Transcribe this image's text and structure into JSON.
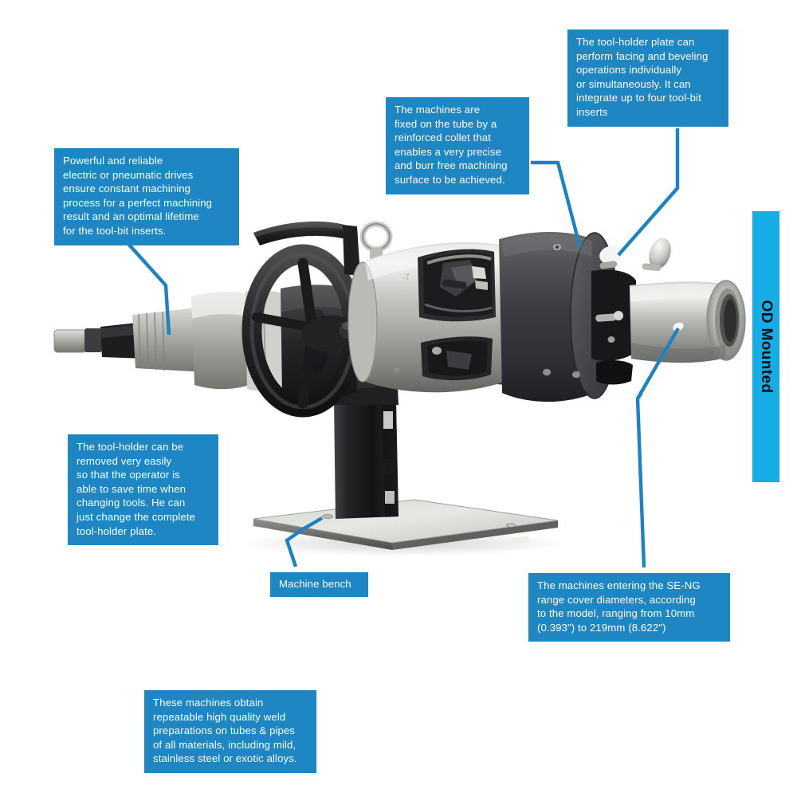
{
  "page": {
    "title": "OD Mounted pipe beveling machine — annotated product diagram",
    "background_color": "#ffffff",
    "callout_color": "#1d86c3",
    "leader_color": "#1b83c1",
    "tab_color": "#16ade7",
    "tab_text_color": "#111111",
    "callout_text_color": "#ffffff"
  },
  "side_tab": {
    "label": "OD Mounted"
  },
  "callouts": [
    {
      "id": "tool-holder-plate",
      "text": "The tool-holder plate can\nperform facing and beveling\noperations individually\nor simultaneously. It can\nintegrate up to four tool-bit\ninserts"
    },
    {
      "id": "reinforced-collet",
      "text": "The machines are\nfixed on the tube by a\nreinforced collet that\nenables a very precise\nand burr free machining\nsurface to be achieved."
    },
    {
      "id": "drives",
      "text": "Powerful and reliable\nelectric or pneumatic drives\nensure constant machining\nprocess for a perfect machining\nresult and an optimal lifetime\nfor the tool-bit inserts."
    },
    {
      "id": "tool-holder-removal",
      "text": "The tool-holder can be\nremoved very easily\nso that the operator is\nable to save time when\nchanging tools. He can\njust change the complete\ntool-holder plate."
    },
    {
      "id": "machine-bench",
      "text": "Machine bench"
    },
    {
      "id": "diameter-range",
      "text": "The machines entering the SE-NG\nrange cover diameters, according\nto the model, ranging from 10mm\n(0.393\") to 219mm (8.622\")"
    },
    {
      "id": "weld-preparations",
      "text": "These machines obtain\nrepeatable high quality weld\npreparations on tubes & pipes\nof all materials, including mild,\nstainless steel or exotic alloys."
    }
  ],
  "photo": {
    "subject": "OD mounted pipe beveling / facing machine on bench stand",
    "parts": [
      "pneumatic-electric-drive-motor",
      "air-inlet-coupling",
      "feed-handwheel",
      "carry-handle",
      "lifting-eye-bolt",
      "machine-body-housing",
      "tool-holder-plate",
      "tool-bit-insert",
      "reinforced-collet-clamp",
      "mounted-tube-workpiece",
      "support-column",
      "machine-bench-base-plate"
    ]
  }
}
